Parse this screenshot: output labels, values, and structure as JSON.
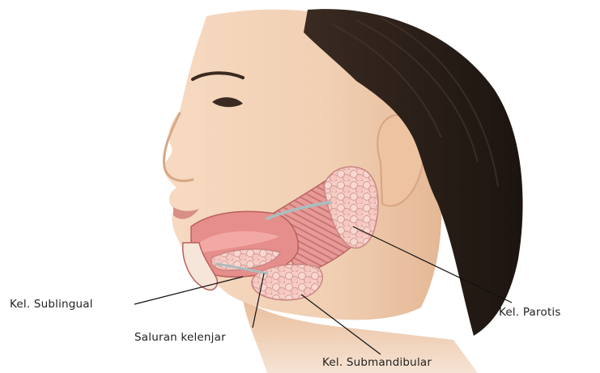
{
  "labels": {
    "sublingual": "Kel. Sublingual",
    "saluran": "Saluran kelenjar",
    "submandibular": "Kel. Submandibular",
    "parotis": "Kel. Parotis"
  },
  "colors": {
    "skin": "#f3d2b6",
    "skin_shadow": "#e2b290",
    "hair": "#2a1f19",
    "muscle": "#e59696",
    "gland": "#f6c9c3",
    "gland_edge": "#cf8d88",
    "duct": "#cfd6d6",
    "leader": "#111111"
  }
}
